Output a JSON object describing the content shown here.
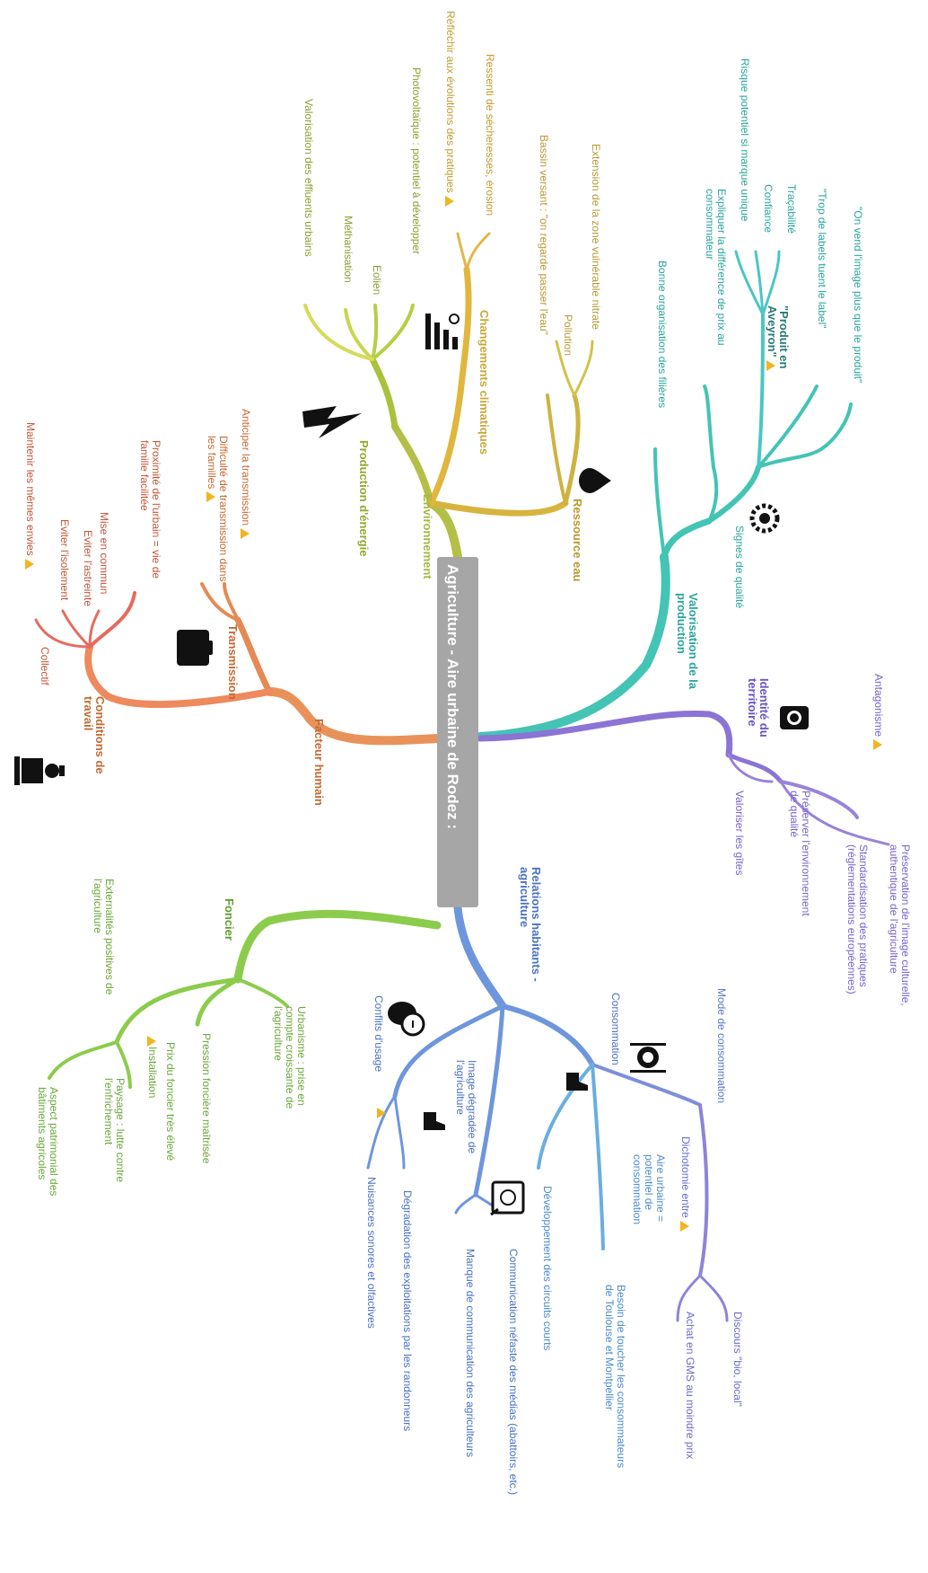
{
  "central": "Agriculture - Aire urbaine de Rodez :",
  "branches": {
    "environnement": {
      "label": "Environnement",
      "color": "#a8b840"
    },
    "changements": {
      "label": "Changements climatiques",
      "color": "#d8b43a",
      "items": [
        "Réfléchir aux évolutions des pratiques",
        "Ressenti de sécheresses, érosion"
      ]
    },
    "eau": {
      "label": "Ressource eau",
      "color": "#c9b040",
      "items": [
        "Bassin versant : \"on regarde passer l'eau\"",
        "Extension de la zone vulnérable nitrate",
        "Pollution"
      ]
    },
    "energie": {
      "label": "Production d'énergie",
      "color": "#a4c038",
      "items": [
        "Photovoltaïque : potentiel à développer",
        "Eolien",
        "Méthanisation",
        "Valorisation des effluents urbains"
      ]
    },
    "valorisation": {
      "label": "Valorisation de la production",
      "color": "#43c4b4",
      "items": [
        "Bonne organisation des filières"
      ]
    },
    "signes": {
      "label": "Signes de qualité",
      "color": "#43c4b4",
      "items": [
        "\"On vend l'image plus que le produit\"",
        "\"Trop de labels tuent le label\"",
        "Traçabilité",
        "Confiance",
        "Risque potentiel si marque unique",
        "Expliquer la différence de prix au consommateur"
      ]
    },
    "aveyron": {
      "label": "\"Produit en Aveyron\""
    },
    "identite": {
      "label": "Identité du territoire",
      "color": "#8b74d4",
      "items": [
        "Antagonisme",
        "Préservation de l'image culturelle, authentique de l'agriculture",
        "Standardisation des pratiques (réglementations européennes)",
        "Préserver l'environnement de qualité",
        "Valoriser les gîtes"
      ]
    },
    "facteur": {
      "label": "Facteur humain",
      "color": "#e8925a"
    },
    "transmission": {
      "label": "Transmission",
      "color": "#e8925a",
      "items": [
        "Anticiper la transmission",
        "Difficulté de transmission dans les familles"
      ]
    },
    "conditions": {
      "label": "Conditions de travail",
      "color": "#e8925a",
      "items": [
        "Proximité de l'urbain = vie de famille facilitée",
        "Mise en commun",
        "Eviter l'astreinte",
        "Eviter l'isolement",
        "Maintenir les mêmes envies",
        "Collectif"
      ]
    },
    "foncier": {
      "label": "Foncier",
      "color": "#8ccc4c",
      "items": [
        "Externalités positives de l'agriculture",
        "Urbanisme : prise en compte croissante de l'agriculture",
        "Pression foncière maîtrisée",
        "Prix du foncier très élevé",
        "Installation",
        "Paysage : lutte contre l'enfrichement",
        "Aspect patrimonial des bâtiments agricoles"
      ]
    },
    "relations": {
      "label": "Relations habitants - agriculture",
      "color": "#6e96dc"
    },
    "consommation": {
      "label": "Consommation",
      "color": "#6e96dc",
      "items": [
        "Mode de consommation",
        "Dichotomie entre",
        "Discours \"bio, local\"",
        "Achat en GMS au moindre prix",
        "Aire urbaine = potentiel de consommation",
        "Besoin de toucher les consommateurs de Toulouse et Montpellier",
        "Développement des circuits courts"
      ]
    },
    "image": {
      "label": "Image dégradée de l'agriculture",
      "color": "#6e96dc",
      "items": [
        "Communication néfaste des médias (abattoirs, etc.)",
        "Manque de communication des agriculteurs"
      ]
    },
    "conflits": {
      "label": "Conflits d'usage",
      "color": "#6e96dc",
      "items": [
        "Dégradation des exploitations par les randonneurs",
        "Nuisances sonores et olfactives"
      ]
    }
  },
  "icons": [
    "drop-icon",
    "lightning-icon",
    "thermometer-icon",
    "rosette-icon",
    "camera-icon",
    "briefcase-icon",
    "worker-icon",
    "chat-icon",
    "cutlery-icon",
    "thumb-icon",
    "media-icon"
  ]
}
